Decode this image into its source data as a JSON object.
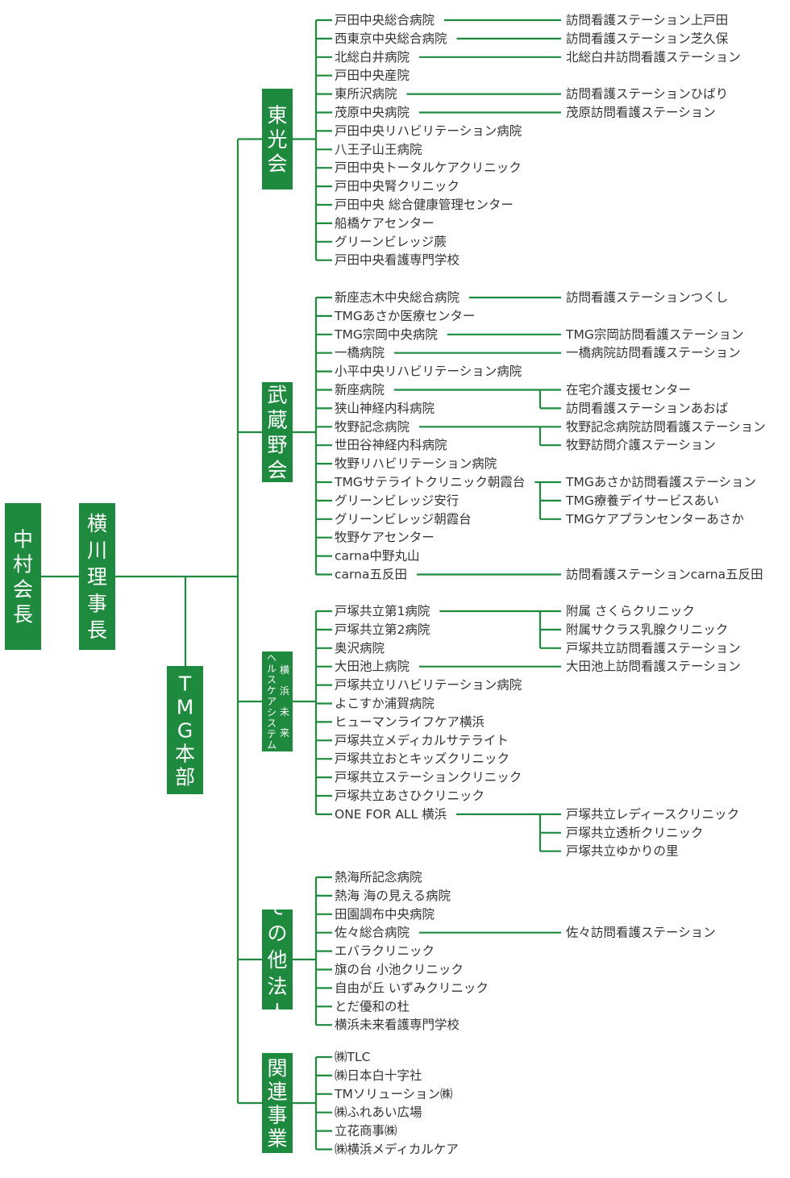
{
  "colors": {
    "accent": "#1e8a3e",
    "text": "#333333"
  },
  "chairman": "中村会長",
  "director": "横川理事長",
  "hq": "TMG本部",
  "groups": [
    {
      "name": "東光会",
      "members": [
        {
          "label": "戸田中央総合病院",
          "subs": [
            "訪問看護ステーション上戸田"
          ]
        },
        {
          "label": "西東京中央総合病院",
          "subs": [
            "訪問看護ステーション芝久保"
          ]
        },
        {
          "label": "北総白井病院",
          "subs": [
            "北総白井訪問看護ステーション"
          ]
        },
        {
          "label": "戸田中央産院",
          "subs": []
        },
        {
          "label": "東所沢病院",
          "subs": [
            "訪問看護ステーションひばり"
          ]
        },
        {
          "label": "茂原中央病院",
          "subs": [
            "茂原訪問看護ステーション"
          ]
        },
        {
          "label": "戸田中央リハビリテーション病院",
          "subs": []
        },
        {
          "label": "八王子山王病院",
          "subs": []
        },
        {
          "label": "戸田中央トータルケアクリニック",
          "subs": []
        },
        {
          "label": "戸田中央腎クリニック",
          "subs": []
        },
        {
          "label": "戸田中央 総合健康管理センター",
          "subs": []
        },
        {
          "label": "船橋ケアセンター",
          "subs": []
        },
        {
          "label": "グリーンビレッジ蕨",
          "subs": []
        },
        {
          "label": "戸田中央看護専門学校",
          "subs": []
        }
      ]
    },
    {
      "name": "武蔵野会",
      "members": [
        {
          "label": "新座志木中央総合病院",
          "subs": [
            "訪問看護ステーションつくし"
          ]
        },
        {
          "label": "TMGあさか医療センター",
          "subs": []
        },
        {
          "label": "TMG宗岡中央病院",
          "subs": [
            "TMG宗岡訪問看護ステーション"
          ]
        },
        {
          "label": "一橋病院",
          "subs": [
            "一橋病院訪問看護ステーション"
          ]
        },
        {
          "label": "小平中央リハビリテーション病院",
          "subs": []
        },
        {
          "label": "新座病院",
          "subs": [
            "在宅介護支援センター",
            "訪問看護ステーションあおば"
          ]
        },
        {
          "label": "狭山神経内科病院",
          "subs": []
        },
        {
          "label": "牧野記念病院",
          "subs": [
            "牧野記念病院訪問看護ステーション",
            "牧野訪問介護ステーション"
          ]
        },
        {
          "label": "世田谷神経内科病院",
          "subs": []
        },
        {
          "label": "牧野リハビリテーション病院",
          "subs": []
        },
        {
          "label": "TMGサテライトクリニック朝霞台",
          "subs": [
            "TMGあさか訪問看護ステーション",
            "TMG療養デイサービスあい",
            "TMGケアプランセンターあさか"
          ]
        },
        {
          "label": "グリーンビレッジ安行",
          "subs": []
        },
        {
          "label": "グリーンビレッジ朝霞台",
          "subs": []
        },
        {
          "label": "牧野ケアセンター",
          "subs": []
        },
        {
          "label": "carna中野丸山",
          "subs": []
        },
        {
          "label": "carna五反田",
          "subs": [
            "訪問看護ステーションcarna五反田"
          ]
        }
      ]
    },
    {
      "name": "横浜未来ヘルスケアシステム",
      "members": [
        {
          "label": "戸塚共立第1病院",
          "subs": [
            "附属 さくらクリニック",
            "附属サクラス乳腺クリニック",
            "戸塚共立訪問看護ステーション"
          ]
        },
        {
          "label": "戸塚共立第2病院",
          "subs": []
        },
        {
          "label": "奥沢病院",
          "subs": []
        },
        {
          "label": "大田池上病院",
          "subs": [
            "大田池上訪問看護ステーション"
          ]
        },
        {
          "label": "戸塚共立リハビリテーション病院",
          "subs": []
        },
        {
          "label": "よこすか浦賀病院",
          "subs": []
        },
        {
          "label": "ヒューマンライフケア横浜",
          "subs": []
        },
        {
          "label": "戸塚共立メディカルサテライト",
          "subs": []
        },
        {
          "label": "戸塚共立おとキッズクリニック",
          "subs": []
        },
        {
          "label": "戸塚共立ステーションクリニック",
          "subs": []
        },
        {
          "label": "戸塚共立あさひクリニック",
          "subs": []
        },
        {
          "label": "ONE FOR ALL 横浜",
          "subs": [
            "戸塚共立レディースクリニック",
            "戸塚共立透析クリニック",
            "戸塚共立ゆかりの里"
          ]
        }
      ]
    },
    {
      "name": "その他法人",
      "members": [
        {
          "label": "熱海所記念病院",
          "subs": []
        },
        {
          "label": "熱海 海の見える病院",
          "subs": []
        },
        {
          "label": "田園調布中央病院",
          "subs": []
        },
        {
          "label": "佐々総合病院",
          "subs": [
            "佐々訪問看護ステーション"
          ]
        },
        {
          "label": "エバラクリニック",
          "subs": []
        },
        {
          "label": "旗の台 小池クリニック",
          "subs": []
        },
        {
          "label": "自由が丘 いずみクリニック",
          "subs": []
        },
        {
          "label": "とだ優和の杜",
          "subs": []
        },
        {
          "label": "横浜未来看護専門学校",
          "subs": []
        }
      ]
    },
    {
      "name": "関連事業",
      "members": [
        {
          "label": "㈱TLC",
          "subs": []
        },
        {
          "label": "㈱日本白十字社",
          "subs": []
        },
        {
          "label": "TMソリューション㈱",
          "subs": []
        },
        {
          "label": "㈱ふれあい広場",
          "subs": []
        },
        {
          "label": "立花商事㈱",
          "subs": []
        },
        {
          "label": "㈱横浜メディカルケア",
          "subs": []
        }
      ]
    }
  ]
}
